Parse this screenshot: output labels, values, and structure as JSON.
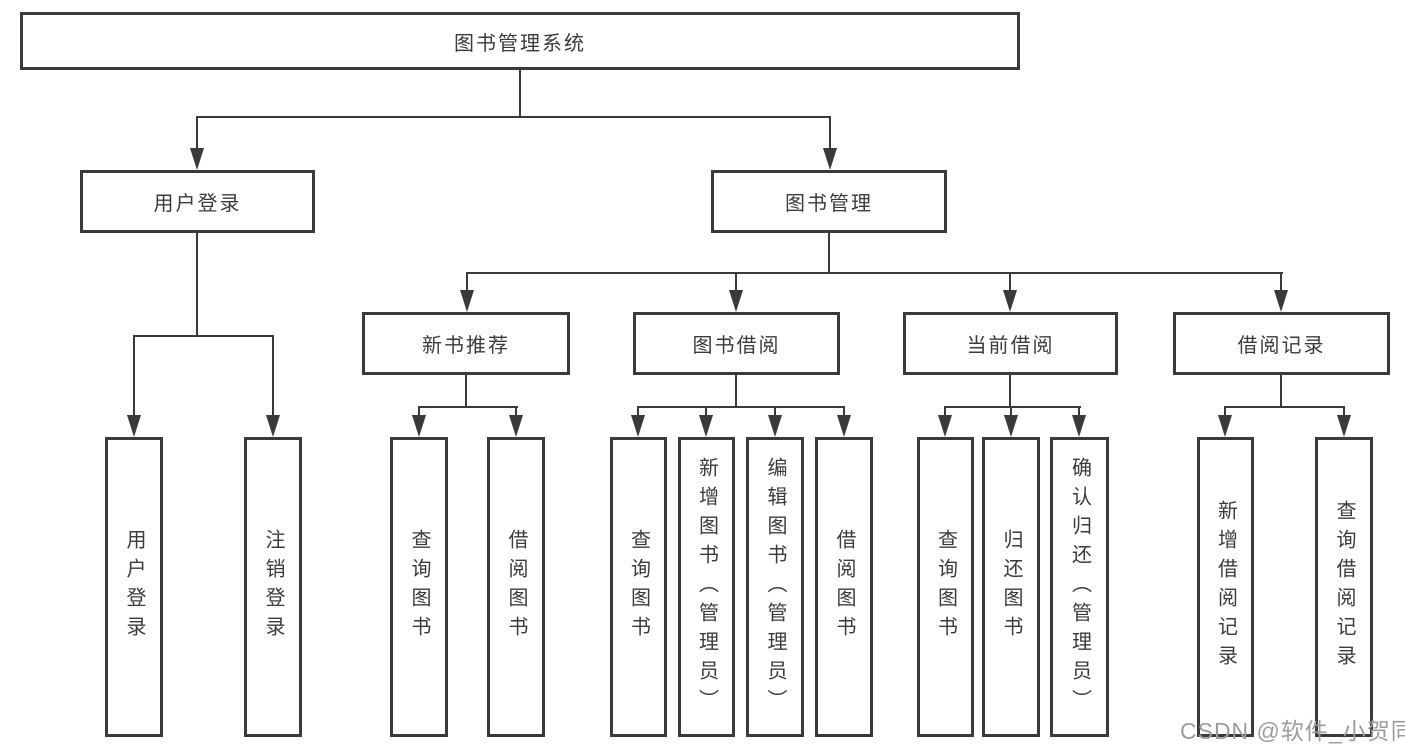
{
  "tree": {
    "root": "图书管理系统",
    "children": [
      {
        "label": "用户登录",
        "children": [
          "用户登录",
          "注销登录"
        ]
      },
      {
        "label": "图书管理",
        "children": [
          {
            "label": "新书推荐",
            "children": [
              "查询图书",
              "借阅图书"
            ]
          },
          {
            "label": "图书借阅",
            "children": [
              "查询图书",
              "新增图书（管理员）",
              "编辑图书（管理员）",
              "借阅图书"
            ]
          },
          {
            "label": "当前借阅",
            "children": [
              "查询图书",
              "归还图书",
              "确认归还（管理员）"
            ]
          },
          {
            "label": "借阅记录",
            "children": [
              "新增借阅记录",
              "查询借阅记录"
            ]
          }
        ]
      }
    ]
  },
  "watermark": {
    "text": "CSDN @软件_小贺同学"
  },
  "colors": {
    "line": "#3a3a3a",
    "text": "#3b3b3b",
    "background": "#ffffff",
    "watermark": "#9c9c9c"
  }
}
